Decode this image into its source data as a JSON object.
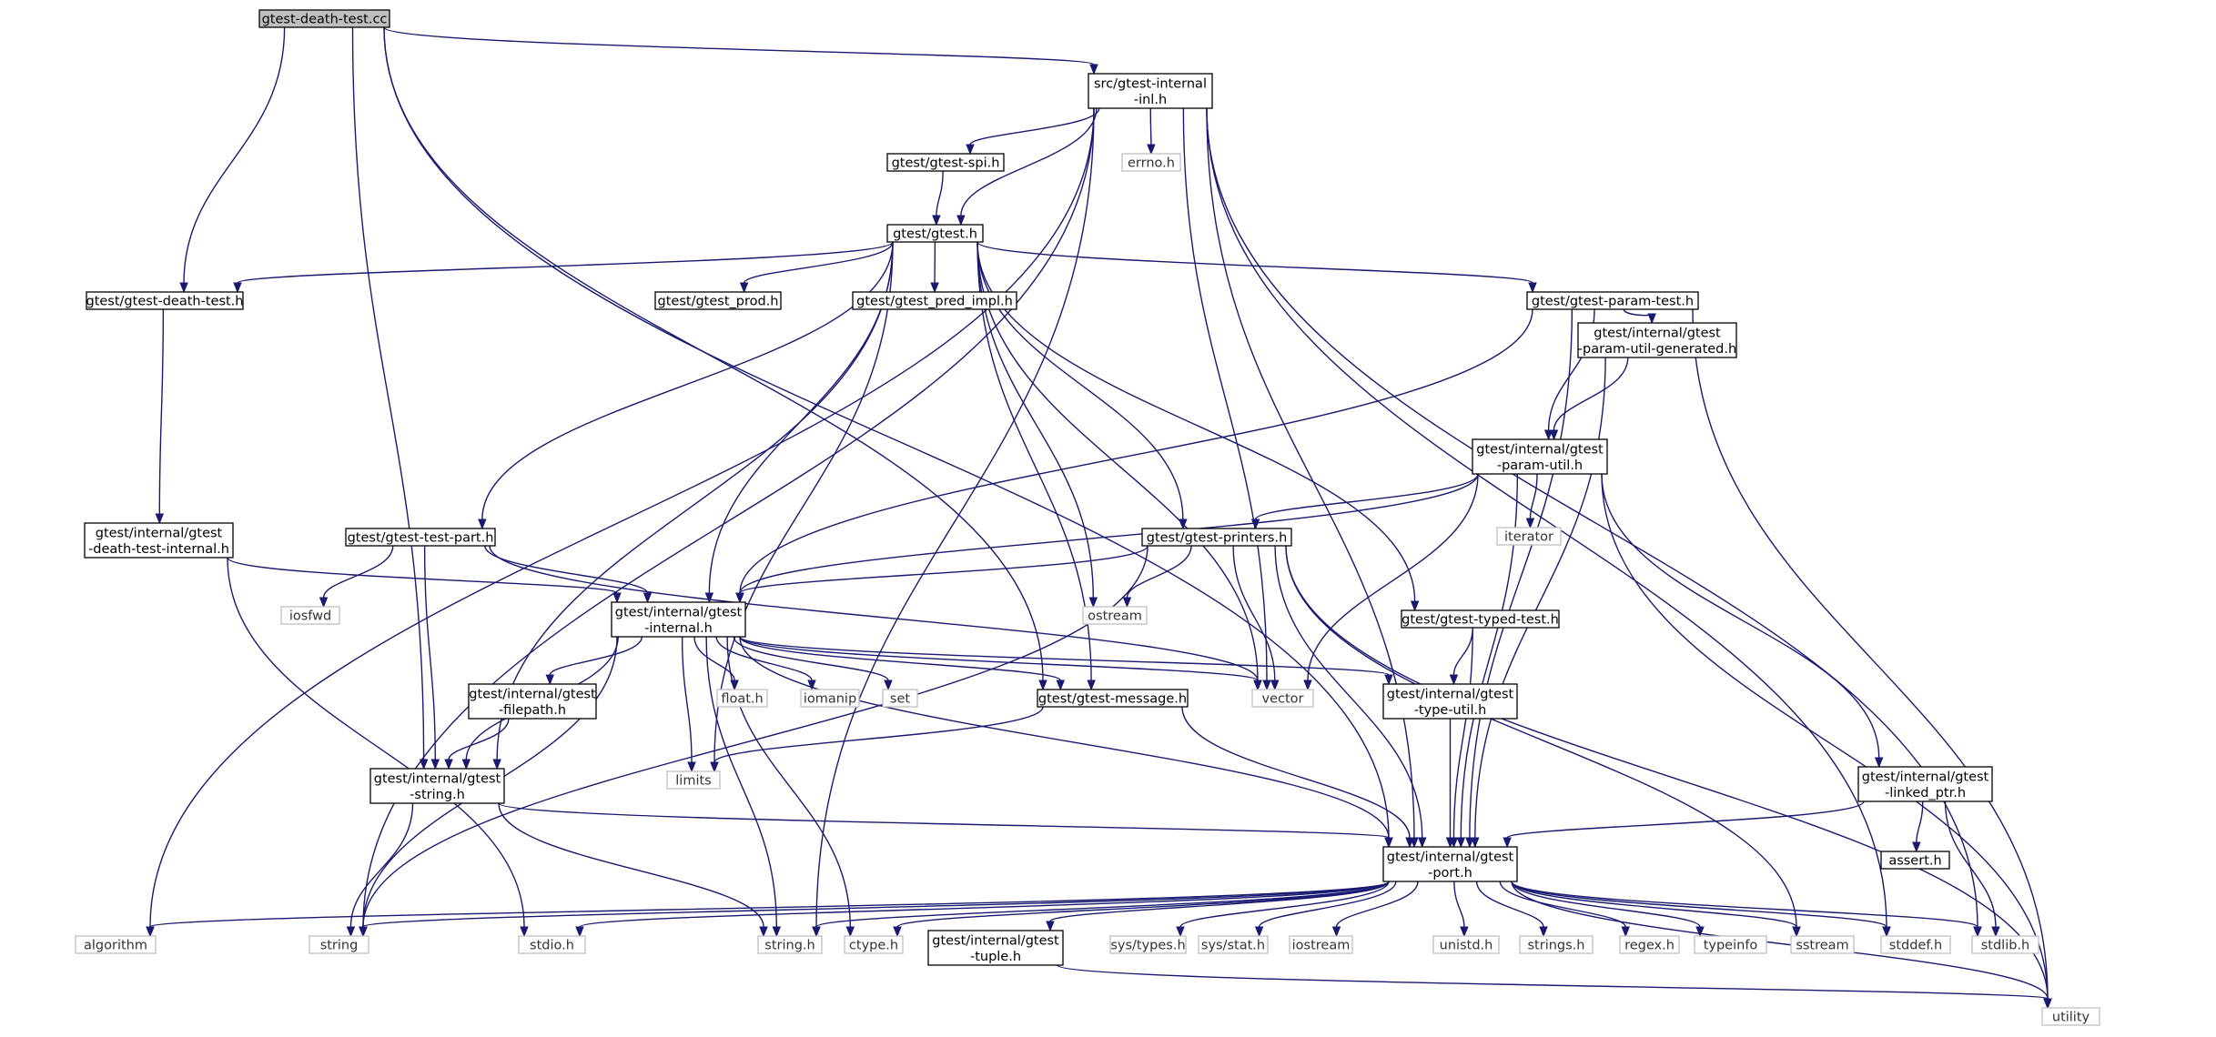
{
  "graph": {
    "style": {
      "edge_color": "#191970",
      "root_fill": "#bfbfbf",
      "box_border": "#000000",
      "external_border": "#bfbfbf",
      "external_text": "#333333"
    },
    "nodes": [
      {
        "id": "root",
        "lines": [
          "gtest-death-test.cc"
        ],
        "kind": "root"
      },
      {
        "id": "inl",
        "lines": [
          "src/gtest-internal",
          "-inl.h"
        ],
        "kind": "file"
      },
      {
        "id": "spi",
        "lines": [
          "gtest/gtest-spi.h"
        ],
        "kind": "file"
      },
      {
        "id": "errno",
        "lines": [
          "errno.h"
        ],
        "kind": "ext"
      },
      {
        "id": "gtest",
        "lines": [
          "gtest/gtest.h"
        ],
        "kind": "file"
      },
      {
        "id": "deathtest",
        "lines": [
          "gtest/gtest-death-test.h"
        ],
        "kind": "file"
      },
      {
        "id": "prod",
        "lines": [
          "gtest/gtest_prod.h"
        ],
        "kind": "file"
      },
      {
        "id": "predimpl",
        "lines": [
          "gtest/gtest_pred_impl.h"
        ],
        "kind": "file"
      },
      {
        "id": "paramtest",
        "lines": [
          "gtest/gtest-param-test.h"
        ],
        "kind": "file"
      },
      {
        "id": "paramgen",
        "lines": [
          "gtest/internal/gtest",
          "-param-util-generated.h"
        ],
        "kind": "file"
      },
      {
        "id": "paramutil",
        "lines": [
          "gtest/internal/gtest",
          "-param-util.h"
        ],
        "kind": "file"
      },
      {
        "id": "iterator",
        "lines": [
          "iterator"
        ],
        "kind": "ext"
      },
      {
        "id": "dtinternal",
        "lines": [
          "gtest/internal/gtest",
          "-death-test-internal.h"
        ],
        "kind": "file"
      },
      {
        "id": "testpart",
        "lines": [
          "gtest/gtest-test-part.h"
        ],
        "kind": "file"
      },
      {
        "id": "printers",
        "lines": [
          "gtest/gtest-printers.h"
        ],
        "kind": "file"
      },
      {
        "id": "iosfwd",
        "lines": [
          "iosfwd"
        ],
        "kind": "ext"
      },
      {
        "id": "internal",
        "lines": [
          "gtest/internal/gtest",
          "-internal.h"
        ],
        "kind": "file"
      },
      {
        "id": "ostream",
        "lines": [
          "ostream"
        ],
        "kind": "ext"
      },
      {
        "id": "typedtest",
        "lines": [
          "gtest/gtest-typed-test.h"
        ],
        "kind": "file"
      },
      {
        "id": "filepath",
        "lines": [
          "gtest/internal/gtest",
          "-filepath.h"
        ],
        "kind": "file"
      },
      {
        "id": "floath",
        "lines": [
          "float.h"
        ],
        "kind": "ext"
      },
      {
        "id": "iomanip",
        "lines": [
          "iomanip"
        ],
        "kind": "ext"
      },
      {
        "id": "set",
        "lines": [
          "set"
        ],
        "kind": "ext"
      },
      {
        "id": "message",
        "lines": [
          "gtest/gtest-message.h"
        ],
        "kind": "file"
      },
      {
        "id": "vector",
        "lines": [
          "vector"
        ],
        "kind": "ext"
      },
      {
        "id": "typeutil",
        "lines": [
          "gtest/internal/gtest",
          "-type-util.h"
        ],
        "kind": "file"
      },
      {
        "id": "gstring",
        "lines": [
          "gtest/internal/gtest",
          "-string.h"
        ],
        "kind": "file"
      },
      {
        "id": "limits",
        "lines": [
          "limits"
        ],
        "kind": "ext"
      },
      {
        "id": "linkedptr",
        "lines": [
          "gtest/internal/gtest",
          "-linked_ptr.h"
        ],
        "kind": "file"
      },
      {
        "id": "port",
        "lines": [
          "gtest/internal/gtest",
          "-port.h"
        ],
        "kind": "file"
      },
      {
        "id": "asserth",
        "lines": [
          "assert.h"
        ],
        "kind": "file"
      },
      {
        "id": "algorithm",
        "lines": [
          "algorithm"
        ],
        "kind": "ext"
      },
      {
        "id": "string",
        "lines": [
          "string"
        ],
        "kind": "ext"
      },
      {
        "id": "stdio",
        "lines": [
          "stdio.h"
        ],
        "kind": "ext"
      },
      {
        "id": "stringh",
        "lines": [
          "string.h"
        ],
        "kind": "ext"
      },
      {
        "id": "ctype",
        "lines": [
          "ctype.h"
        ],
        "kind": "ext"
      },
      {
        "id": "tuple",
        "lines": [
          "gtest/internal/gtest",
          "-tuple.h"
        ],
        "kind": "file"
      },
      {
        "id": "systypes",
        "lines": [
          "sys/types.h"
        ],
        "kind": "ext"
      },
      {
        "id": "sysstat",
        "lines": [
          "sys/stat.h"
        ],
        "kind": "ext"
      },
      {
        "id": "iostream",
        "lines": [
          "iostream"
        ],
        "kind": "ext"
      },
      {
        "id": "unistd",
        "lines": [
          "unistd.h"
        ],
        "kind": "ext"
      },
      {
        "id": "strings",
        "lines": [
          "strings.h"
        ],
        "kind": "ext"
      },
      {
        "id": "regex",
        "lines": [
          "regex.h"
        ],
        "kind": "ext"
      },
      {
        "id": "typeinfo",
        "lines": [
          "typeinfo"
        ],
        "kind": "ext"
      },
      {
        "id": "sstream",
        "lines": [
          "sstream"
        ],
        "kind": "ext"
      },
      {
        "id": "stddef",
        "lines": [
          "stddef.h"
        ],
        "kind": "ext"
      },
      {
        "id": "stdlib",
        "lines": [
          "stdlib.h"
        ],
        "kind": "ext"
      },
      {
        "id": "utility",
        "lines": [
          "utility"
        ],
        "kind": "ext"
      }
    ],
    "edges": [
      [
        "root",
        "inl"
      ],
      [
        "root",
        "deathtest"
      ],
      [
        "root",
        "gstring"
      ],
      [
        "root",
        "message"
      ],
      [
        "root",
        "port"
      ],
      [
        "inl",
        "spi"
      ],
      [
        "inl",
        "errno"
      ],
      [
        "inl",
        "gtest"
      ],
      [
        "inl",
        "algorithm"
      ],
      [
        "inl",
        "string"
      ],
      [
        "inl",
        "vector"
      ],
      [
        "inl",
        "stringh"
      ],
      [
        "inl",
        "port"
      ],
      [
        "inl",
        "stddef"
      ],
      [
        "inl",
        "stdlib"
      ],
      [
        "spi",
        "gtest"
      ],
      [
        "gtest",
        "deathtest"
      ],
      [
        "gtest",
        "prod"
      ],
      [
        "gtest",
        "predimpl"
      ],
      [
        "gtest",
        "paramtest"
      ],
      [
        "gtest",
        "testpart"
      ],
      [
        "gtest",
        "printers"
      ],
      [
        "gtest",
        "internal"
      ],
      [
        "gtest",
        "typedtest"
      ],
      [
        "gtest",
        "message"
      ],
      [
        "gtest",
        "gstring"
      ],
      [
        "gtest",
        "vector"
      ],
      [
        "gtest",
        "ostream"
      ],
      [
        "gtest",
        "limits"
      ],
      [
        "deathtest",
        "dtinternal"
      ],
      [
        "dtinternal",
        "internal"
      ],
      [
        "dtinternal",
        "stdio"
      ],
      [
        "paramtest",
        "paramgen"
      ],
      [
        "paramtest",
        "paramutil"
      ],
      [
        "paramtest",
        "internal"
      ],
      [
        "paramtest",
        "port"
      ],
      [
        "paramtest",
        "utility"
      ],
      [
        "paramgen",
        "paramutil"
      ],
      [
        "paramgen",
        "port"
      ],
      [
        "paramutil",
        "iterator"
      ],
      [
        "paramutil",
        "printers"
      ],
      [
        "paramutil",
        "internal"
      ],
      [
        "paramutil",
        "vector"
      ],
      [
        "paramutil",
        "linkedptr"
      ],
      [
        "paramutil",
        "port"
      ],
      [
        "paramutil",
        "utility"
      ],
      [
        "testpart",
        "iosfwd"
      ],
      [
        "testpart",
        "internal"
      ],
      [
        "testpart",
        "gstring"
      ],
      [
        "testpart",
        "vector"
      ],
      [
        "printers",
        "ostream"
      ],
      [
        "printers",
        "internal"
      ],
      [
        "printers",
        "vector"
      ],
      [
        "printers",
        "string"
      ],
      [
        "printers",
        "sstream"
      ],
      [
        "printers",
        "port"
      ],
      [
        "printers",
        "utility"
      ],
      [
        "internal",
        "filepath"
      ],
      [
        "internal",
        "floath"
      ],
      [
        "internal",
        "iomanip"
      ],
      [
        "internal",
        "set"
      ],
      [
        "internal",
        "message"
      ],
      [
        "internal",
        "vector"
      ],
      [
        "internal",
        "typeutil"
      ],
      [
        "internal",
        "gstring"
      ],
      [
        "internal",
        "limits"
      ],
      [
        "internal",
        "port"
      ],
      [
        "internal",
        "string"
      ],
      [
        "internal",
        "stringh"
      ],
      [
        "internal",
        "ctype"
      ],
      [
        "typedtest",
        "typeutil"
      ],
      [
        "typedtest",
        "port"
      ],
      [
        "filepath",
        "gstring"
      ],
      [
        "message",
        "limits"
      ],
      [
        "message",
        "port"
      ],
      [
        "typeutil",
        "port"
      ],
      [
        "gstring",
        "port"
      ],
      [
        "gstring",
        "string"
      ],
      [
        "gstring",
        "stringh"
      ],
      [
        "linkedptr",
        "port"
      ],
      [
        "linkedptr",
        "asserth"
      ],
      [
        "linkedptr",
        "stdlib"
      ],
      [
        "port",
        "algorithm"
      ],
      [
        "port",
        "string"
      ],
      [
        "port",
        "stdio"
      ],
      [
        "port",
        "stringh"
      ],
      [
        "port",
        "ctype"
      ],
      [
        "port",
        "tuple"
      ],
      [
        "port",
        "systypes"
      ],
      [
        "port",
        "sysstat"
      ],
      [
        "port",
        "iostream"
      ],
      [
        "port",
        "unistd"
      ],
      [
        "port",
        "strings"
      ],
      [
        "port",
        "regex"
      ],
      [
        "port",
        "typeinfo"
      ],
      [
        "port",
        "sstream"
      ],
      [
        "port",
        "stddef"
      ],
      [
        "port",
        "stdlib"
      ],
      [
        "port",
        "utility"
      ],
      [
        "tuple",
        "utility"
      ]
    ]
  }
}
